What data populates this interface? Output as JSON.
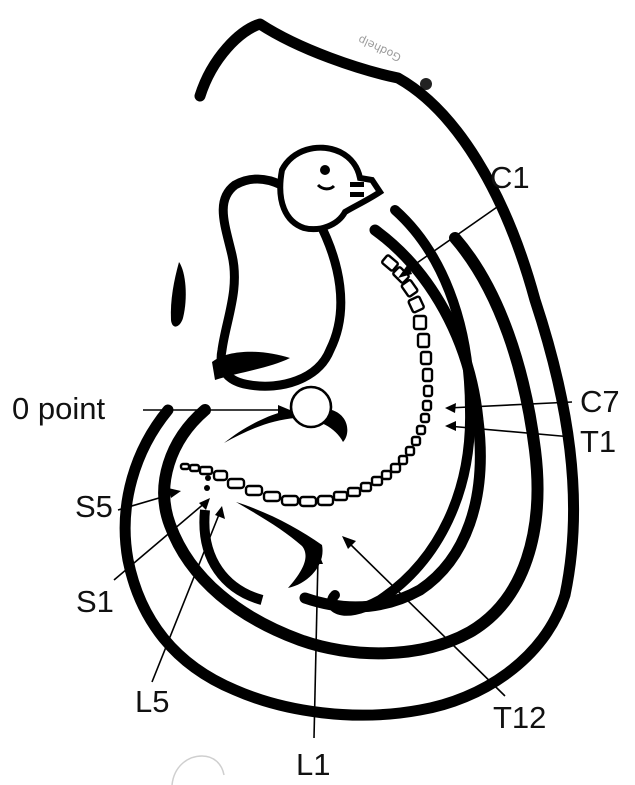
{
  "watermark": "Godhelp",
  "labels": {
    "c1": "C1",
    "c7": "C7",
    "t1": "T1",
    "t12": "T12",
    "l1": "L1",
    "l5": "L5",
    "s1": "S1",
    "s5": "S5",
    "zero_point": "0 point"
  }
}
